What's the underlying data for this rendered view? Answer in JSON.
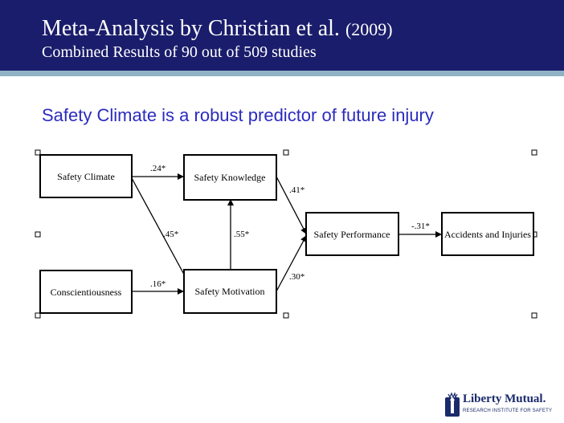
{
  "header": {
    "title": "Meta-Analysis by Christian et al.",
    "title_year": "(2009)",
    "subtitle": "Combined Results of 90 out of 509 studies"
  },
  "headline": "Safety Climate is a robust predictor of future injury",
  "diagram": {
    "nodes": {
      "safety_climate": "Safety Climate",
      "conscientiousness": "Conscientiousness",
      "safety_knowledge": "Safety Knowledge",
      "safety_motivation": "Safety Motivation",
      "safety_performance": "Safety Performance",
      "accidents_injuries": "Accidents and Injuries"
    },
    "edges": {
      "climate_to_knowledge": ".24*",
      "climate_to_motivation": ".45*",
      "conscientiousness_to_motivation": ".16*",
      "motivation_to_knowledge": ".55*",
      "knowledge_to_performance": ".41*",
      "motivation_to_performance": ".30*",
      "performance_to_accidents": "-.31*"
    }
  },
  "logo": {
    "name": "Liberty Mutual.",
    "subtitle": "RESEARCH INSTITUTE FOR SAFETY"
  },
  "colors": {
    "header_bg": "#1a1d6b",
    "header_rule": "#8fb3c4",
    "headline": "#2b2bbf"
  }
}
